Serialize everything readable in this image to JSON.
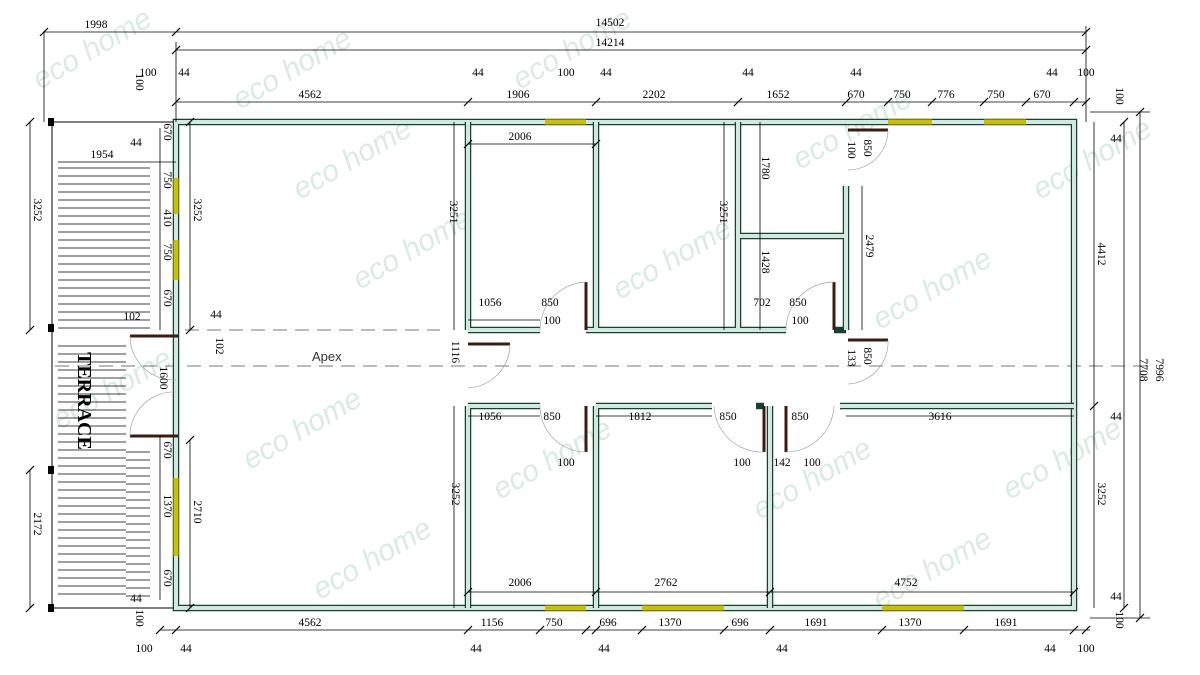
{
  "labels": {
    "terrace": "TERRACE",
    "apex": "Apex"
  },
  "watermark": "eco home",
  "dimensions": {
    "top_overall": "14502",
    "top_inner": "14214",
    "terrace_width": "1998",
    "top_row": [
      "100",
      "44",
      "44",
      "100",
      "44",
      "44",
      "44",
      "44",
      "100"
    ],
    "top_segments": [
      "4562",
      "1906",
      "2202",
      "1652",
      "670",
      "750",
      "776",
      "750",
      "670"
    ],
    "right_overall": "7996",
    "right_inner": "7708",
    "right_top": "4412",
    "right_bottom": "3252",
    "right_small": [
      "100",
      "44",
      "44",
      "44",
      "100"
    ],
    "left_terrace_top": "3252",
    "left_terrace_bottom": "2172",
    "left_wall_top": "3252",
    "left_wall_bottom": "2710",
    "left_windows_top": [
      "670",
      "750",
      "410",
      "750",
      "670"
    ],
    "left_windows_bottom": [
      "670",
      "1370",
      "670"
    ],
    "left_small": [
      "100",
      "44",
      "1954",
      "102",
      "44",
      "102",
      "1600",
      "44",
      "100"
    ],
    "bottom_segments": [
      "4562",
      "1156",
      "750",
      "696",
      "1370",
      "696",
      "1691",
      "1370",
      "1691"
    ],
    "bottom_small": [
      "100",
      "44",
      "44",
      "44",
      "44",
      "44",
      "100"
    ],
    "interior": [
      "2006",
      "3251",
      "1780",
      "3251",
      "1428",
      "2479",
      "1056",
      "850",
      "100",
      "702",
      "850",
      "100",
      "100",
      "850",
      "1116",
      "133",
      "850",
      "1056",
      "850",
      "1812",
      "850",
      "850",
      "3616",
      "100",
      "100",
      "142",
      "100",
      "3252",
      "2006",
      "2762",
      "4752"
    ]
  }
}
